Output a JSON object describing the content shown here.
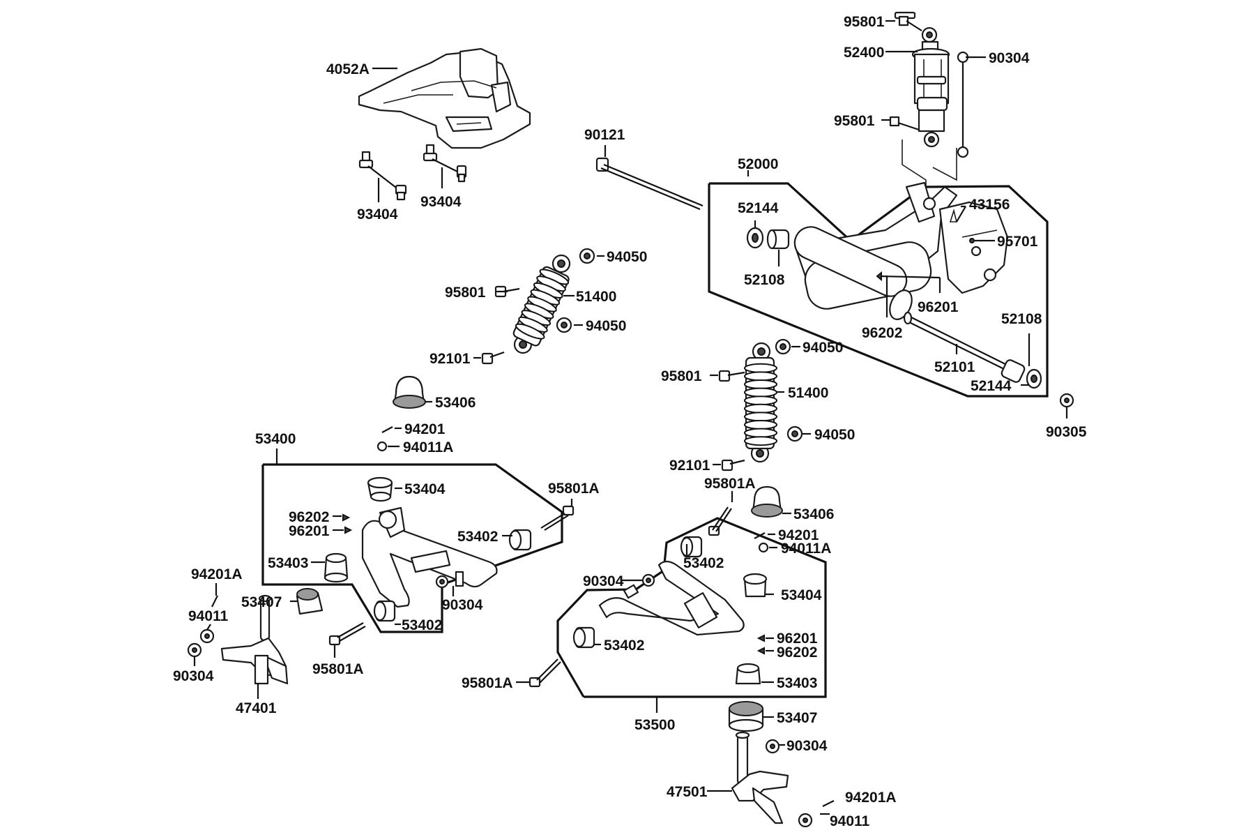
{
  "diagram": {
    "labels": {
      "l_95801_a": "95801",
      "l_52400": "52400",
      "l_90304_a": "90304",
      "l_95801_b": "95801",
      "l_4052A": "4052A",
      "l_93404_a": "93404",
      "l_93404_b": "93404",
      "l_90121": "90121",
      "l_52000": "52000",
      "l_52144_a": "52144",
      "l_43156": "43156",
      "l_95701": "95701",
      "l_52108_a": "52108",
      "l_96201_a": "96201",
      "l_96202_a": "96202",
      "l_52108_b": "52108",
      "l_52101": "52101",
      "l_52144_b": "52144",
      "l_90305": "90305",
      "l_94050_a": "94050",
      "l_95801_c": "95801",
      "l_51400_a": "51400",
      "l_94050_b": "94050",
      "l_92101_a": "92101",
      "l_53406_a": "53406",
      "l_94050_c": "94050",
      "l_95801_d": "95801",
      "l_51400_b": "51400",
      "l_94050_d": "94050",
      "l_92101_b": "92101",
      "l_53400": "53400",
      "l_94201_a": "94201",
      "l_94011A_a": "94011A",
      "l_53404_a": "53404",
      "l_95801A_a": "95801A",
      "l_96202_b": "96202",
      "l_96201_b": "96201",
      "l_53402_a": "53402",
      "l_53403_a": "53403",
      "l_94201A_a": "94201A",
      "l_53407_a": "53407",
      "l_90304_b": "90304",
      "l_53402_b": "53402",
      "l_94011_a": "94011",
      "l_90304_c": "90304",
      "l_95801A_b": "95801A",
      "l_47401": "47401",
      "l_95801A_c": "95801A",
      "l_53406_b": "53406",
      "l_94201_b": "94201",
      "l_94011A_b": "94011A",
      "l_53402_c": "53402",
      "l_90304_d": "90304",
      "l_53404_b": "53404",
      "l_96201_c": "96201",
      "l_53402_d": "53402",
      "l_96202_c": "96202",
      "l_95801A_d": "95801A",
      "l_53403_b": "53403",
      "l_53500": "53500",
      "l_53407_b": "53407",
      "l_90304_e": "90304",
      "l_47501": "47501",
      "l_94201A_b": "94201A",
      "l_94011_b": "94011"
    }
  }
}
